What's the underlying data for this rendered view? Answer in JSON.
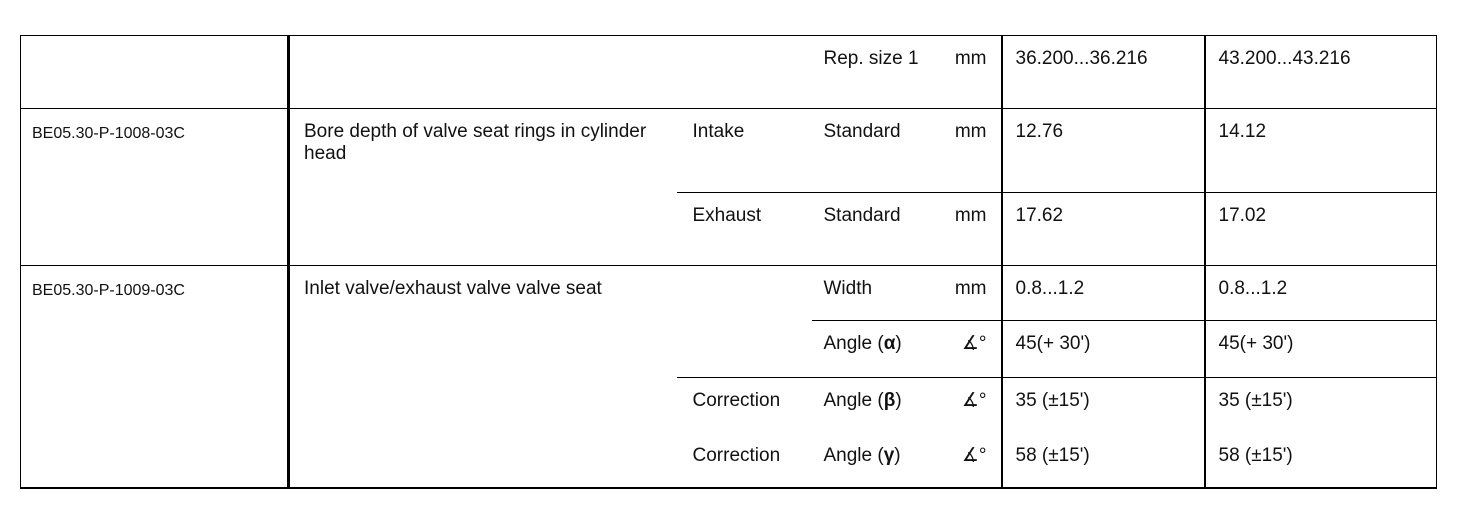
{
  "rows": [
    {
      "code": "",
      "description": "",
      "sub": "",
      "param": "Rep. size 1",
      "unit": "mm",
      "value1": "36.200...36.216",
      "value2": "43.200...43.216"
    },
    {
      "code": "BE05.30-P-1008-03C",
      "description": "Bore depth of valve seat rings in cylinder head",
      "sub": "Intake",
      "param": "Standard",
      "unit": "mm",
      "value1": "12.76",
      "value2": "14.12"
    },
    {
      "sub": "Exhaust",
      "param": "Standard",
      "unit": "mm",
      "value1": "17.62",
      "value2": "17.02"
    },
    {
      "code": "BE05.30-P-1009-03C",
      "description": "Inlet valve/exhaust valve valve seat",
      "sub": "",
      "param": "Width",
      "unit": "mm",
      "value1": "0.8...1.2",
      "value2": "0.8...1.2"
    },
    {
      "sub": "",
      "param": "Angle (",
      "greek": "α",
      "param_close": ")",
      "unit": "∡°",
      "value1": "45(+ 30')",
      "value2": "45(+ 30')"
    },
    {
      "sub": "Correction",
      "param": "Angle (",
      "greek": "β",
      "param_close": ")",
      "unit": "∡°",
      "value1": "35 (±15')",
      "value2": "35 (±15')"
    },
    {
      "sub": "Correction",
      "param": "Angle (",
      "greek": "γ",
      "param_close": ")",
      "unit": "∡°",
      "value1": "58 (±15')",
      "value2": "58 (±15')"
    }
  ]
}
